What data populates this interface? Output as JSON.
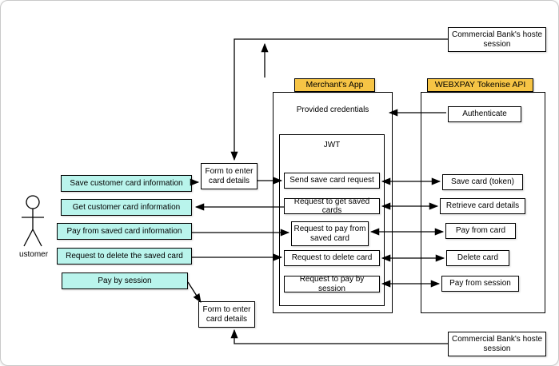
{
  "diagram": {
    "actor_label": "ustomer",
    "actions": [
      "Save customer card information",
      "Get customer card information",
      "Pay from saved card information",
      "Request to delete the saved card",
      "Pay by session"
    ],
    "form_top": "Form to enter card details",
    "form_bottom": "Form to enter card details",
    "merchant": {
      "title": "Merchant's App",
      "credentials": "Provided credentials",
      "jwt": "JWT",
      "requests": [
        "Send save card request",
        "Request to get saved cards",
        "Request to pay from saved card",
        "Request to delete card",
        "Request to pay by session"
      ]
    },
    "api": {
      "title": "WEBXPAY Tokenise API",
      "authenticate": "Authenticate",
      "operations": [
        "Save card (token)",
        "Retrieve card details",
        "Pay from card",
        "Delete card",
        "Pay from session"
      ]
    },
    "bank_top": "Commercial Bank's hoste session",
    "bank_bottom": "Commercial Bank's hoste session",
    "colors": {
      "action_fill": "#b9f4ec",
      "header_fill": "#f6c445",
      "line": "#000000"
    }
  }
}
